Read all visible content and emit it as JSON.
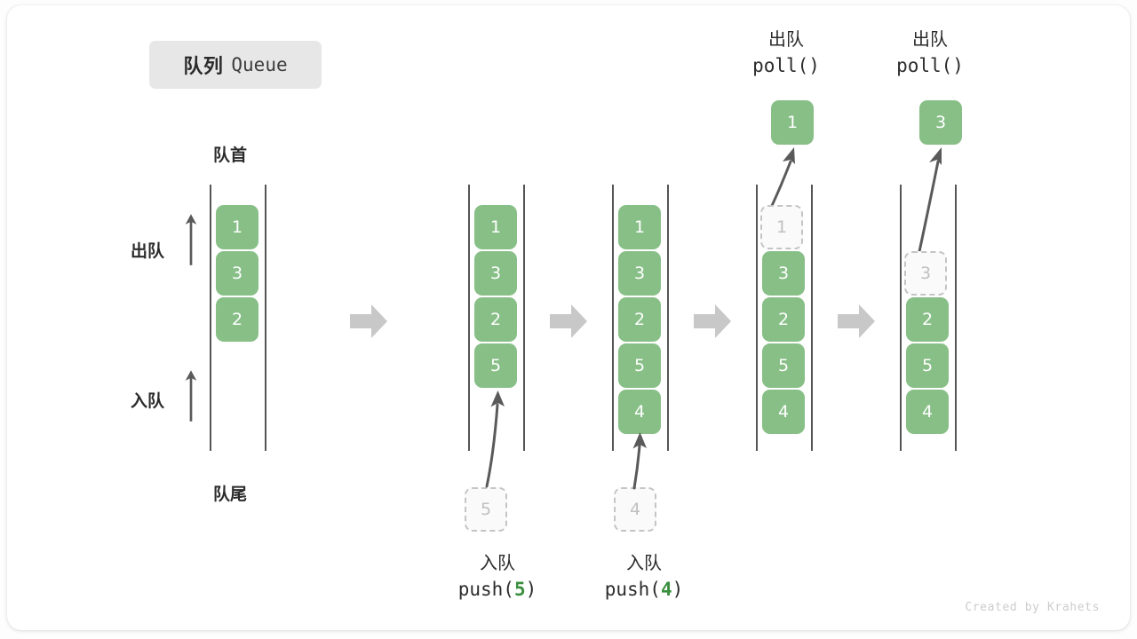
{
  "diagram": {
    "title_cn": "队列",
    "title_en": "Queue",
    "watermark": "Created by Krahets",
    "front_label": "队首",
    "back_label": "队尾",
    "dequeue_dir_label": "出队",
    "enqueue_dir_label": "入队",
    "colors": {
      "element_fill": "#87bf87",
      "element_text": "#ffffff",
      "ghost_fill": "#fafafa",
      "ghost_border": "#c4c4c4",
      "ghost_text": "#c0c0c0",
      "rail": "#555555",
      "step_arrow": "#c8c8c8",
      "motion_arrow": "#5a5a5a",
      "chip_bg": "#e7e7e7",
      "arg_green": "#3a8f3f",
      "watermark": "#cccccc"
    }
  },
  "stages": [
    {
      "id": "initial",
      "caption_cn": "",
      "caption_code": "",
      "elements": [
        "1",
        "3",
        "2"
      ],
      "ghost_in_queue": null,
      "incoming": null,
      "popped": null
    },
    {
      "id": "push-5",
      "caption_cn": "入队",
      "caption_code": "push(5)",
      "caption_arg": "5",
      "elements": [
        "1",
        "3",
        "2",
        "5"
      ],
      "ghost_in_queue": null,
      "incoming": "5",
      "popped": null
    },
    {
      "id": "push-4",
      "caption_cn": "入队",
      "caption_code": "push(4)",
      "caption_arg": "4",
      "elements": [
        "1",
        "3",
        "2",
        "5",
        "4"
      ],
      "ghost_in_queue": null,
      "incoming": "4",
      "popped": null
    },
    {
      "id": "poll-1",
      "caption_cn": "出队",
      "caption_code": "poll()",
      "caption_arg": "",
      "elements": [
        "3",
        "2",
        "5",
        "4"
      ],
      "ghost_in_queue": "1",
      "incoming": null,
      "popped": "1"
    },
    {
      "id": "poll-3",
      "caption_cn": "出队",
      "caption_code": "poll()",
      "caption_arg": "",
      "elements": [
        "2",
        "5",
        "4"
      ],
      "ghost_in_queue": "3",
      "incoming": null,
      "popped": "3"
    }
  ],
  "step_arrows": [
    {
      "from": "initial",
      "to": "push-5"
    },
    {
      "from": "push-5",
      "to": "push-4"
    },
    {
      "from": "push-4",
      "to": "poll-1"
    },
    {
      "from": "poll-1",
      "to": "poll-3"
    }
  ]
}
